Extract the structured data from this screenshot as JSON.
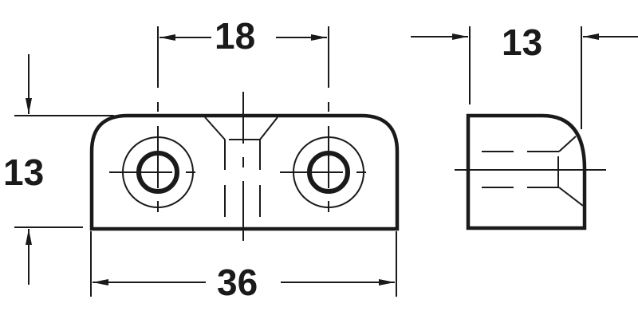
{
  "drawing": {
    "type": "technical-dimension-drawing",
    "line_color": "#1a1a1a",
    "background": "#ffffff",
    "front_view": {
      "name": "front view with two screw holes and center countersink",
      "dimensions": {
        "hole_spacing": "18",
        "overall_height": "13",
        "overall_length": "36"
      }
    },
    "side_view": {
      "name": "side view with rounded edge",
      "dimensions": {
        "depth": "13"
      }
    }
  }
}
